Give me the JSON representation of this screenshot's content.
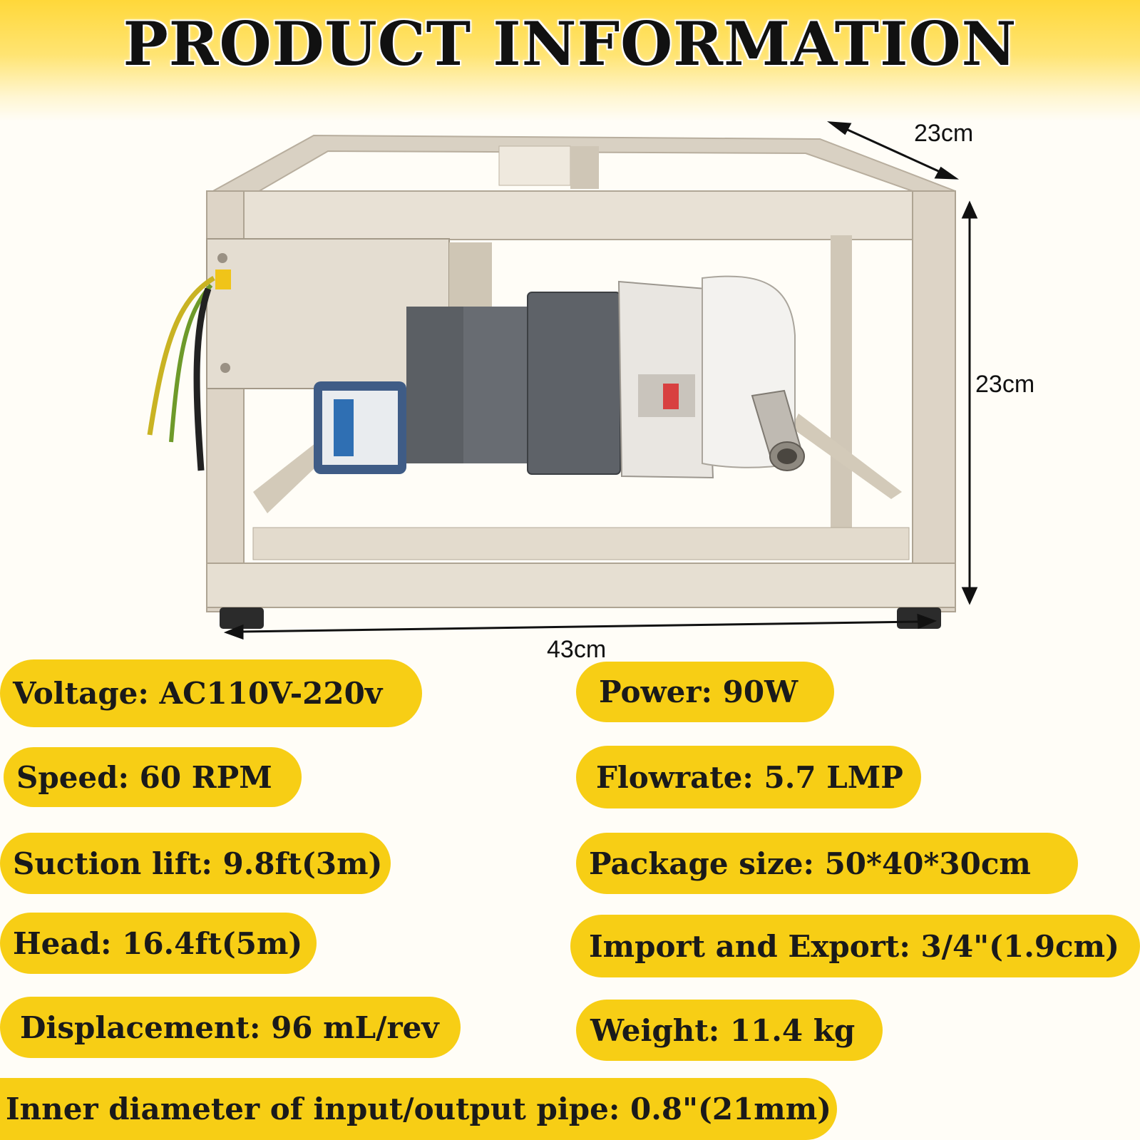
{
  "header": {
    "title": "PRODUCT INFORMATION"
  },
  "dimensions": {
    "depth": "23cm",
    "height": "23cm",
    "width": "43cm"
  },
  "specs": {
    "voltage": "Voltage: AC110V-220v",
    "power": "Power: 90W",
    "speed": "Speed: 60 RPM",
    "flowrate": "Flowrate: 5.7 LMP",
    "suction_lift": "Suction lift: 9.8ft(3m)",
    "package_size": "Package size: 50*40*30cm",
    "head": "Head: 16.4ft(5m)",
    "import_export": "Import and Export: 3/4\"(1.9cm)",
    "displacement": "Displacement: 96 mL/rev",
    "weight": "Weight: 11.4 kg",
    "inner_diameter": "Inner diameter of input/output pipe: 0.8\"(21mm)"
  },
  "colors": {
    "accent": "#f7ce15",
    "header": "#ffd83a",
    "frame": "#ddd4c6",
    "motor": "#5c6066"
  }
}
